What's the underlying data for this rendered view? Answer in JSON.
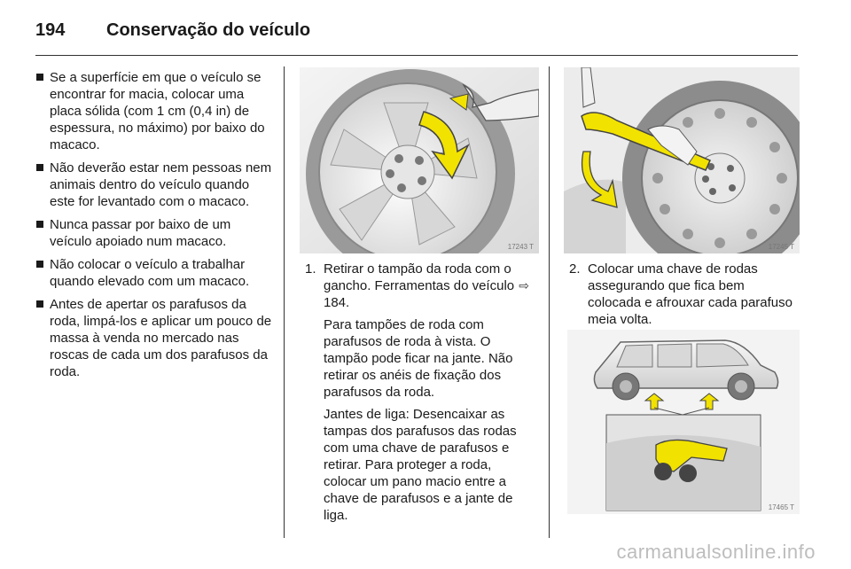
{
  "header": {
    "page_number": "194",
    "title": "Conservação do veículo"
  },
  "left_column": {
    "bullets": [
      "Se a superfície em que o veículo se encontrar for macia, colocar uma placa sólida (com 1 cm (0,4 in) de espessura, no máximo) por baixo do macaco.",
      "Não deverão estar nem pessoas nem animais dentro do veículo quando este for levantado com o macaco.",
      "Nunca passar por baixo de um veículo apoiado num macaco.",
      "Não colocar o veículo a trabalhar quando elevado com um macaco.",
      "Antes de apertar os parafusos da roda, limpá-los e aplicar um pouco de massa à venda no mercado nas roscas de cada um dos parafusos da roda."
    ]
  },
  "middle_column": {
    "figure_code": "17243 T",
    "step_number": "1.",
    "step_text_before_ref": "Retirar o tampão da roda com o gancho. Ferramentas do veículo",
    "ref_icon": "reference-arrow-icon",
    "ref_glyph": "⇨",
    "step_ref_page": "184.",
    "para2": "Para tampões de roda com parafusos de roda à vista. O tampão pode ficar na jante. Não retirar os anéis de fixação dos parafusos da roda.",
    "para3": "Jantes de liga: Desencaixar as tampas dos parafusos das rodas com uma chave de parafusos e retirar. Para proteger a roda, colocar um pano macio entre a chave de parafusos e a jante de liga."
  },
  "right_column": {
    "figure_code": "17245 T",
    "step_number": "2.",
    "step_text": "Colocar uma chave de rodas assegurando que fica bem colocada e afrouxar cada parafuso meia volta.",
    "figure2_code": "17465 T"
  },
  "watermark": "carmanualsonline.info",
  "colors": {
    "illustration_yellow": "#f2e200",
    "rule": "#333333"
  }
}
